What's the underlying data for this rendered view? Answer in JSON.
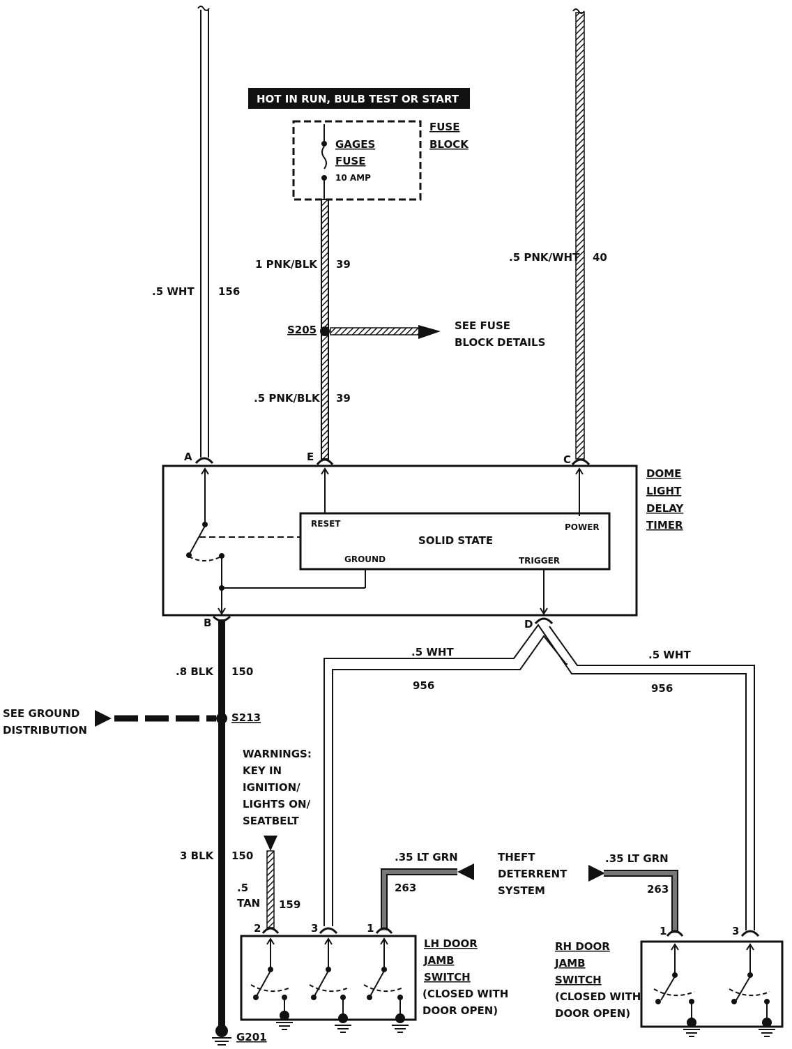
{
  "banner": "HOT IN RUN, BULB TEST OR START",
  "fuse_block": {
    "label_line1": "FUSE",
    "label_line2": "BLOCK",
    "fuse_name1": "GAGES",
    "fuse_name2": "FUSE",
    "fuse_rating": "10 AMP"
  },
  "wires": {
    "a": {
      "gauge_color": ".5 WHT",
      "circuit": "156"
    },
    "e_upper": {
      "gauge_color": "1 PNK/BLK",
      "circuit": "39"
    },
    "e_lower": {
      "gauge_color": ".5 PNK/BLK",
      "circuit": "39"
    },
    "c": {
      "gauge_color": ".5 PNK/WHT",
      "circuit": "40"
    },
    "b_upper": {
      "gauge_color": ".8 BLK",
      "circuit": "150"
    },
    "b_lower": {
      "gauge_color": "3 BLK",
      "circuit": "150"
    },
    "d_left": {
      "gauge_color": ".5 WHT",
      "circuit": "956"
    },
    "d_right": {
      "gauge_color": ".5 WHT",
      "circuit": "956"
    },
    "tan": {
      "gauge_color_line1": ".5",
      "gauge_color_line2": "TAN",
      "circuit": "159"
    },
    "theft_left": {
      "gauge_color": ".35 LT GRN",
      "circuit": "263"
    },
    "theft_right": {
      "gauge_color": ".35 LT GRN",
      "circuit": "263"
    }
  },
  "splices": {
    "s205": "S205",
    "s213": "S213"
  },
  "see_fuse": {
    "line1": "SEE FUSE",
    "line2": "BLOCK DETAILS"
  },
  "see_ground": {
    "line1": "SEE GROUND",
    "line2": "DISTRIBUTION"
  },
  "timer": {
    "name_lines": [
      "DOME",
      "LIGHT",
      "DELAY",
      "TIMER"
    ],
    "inner_title": "SOLID STATE",
    "reset": "RESET",
    "power": "POWER",
    "ground": "GROUND",
    "trigger": "TRIGGER"
  },
  "pins": {
    "a": "A",
    "e": "E",
    "c": "C",
    "b": "B",
    "d": "D"
  },
  "warnings": [
    "WARNINGS:",
    "KEY IN",
    "IGNITION/",
    "LIGHTS ON/",
    "SEATBELT"
  ],
  "theft": [
    "THEFT",
    "DETERRENT",
    "SYSTEM"
  ],
  "lh_switch": {
    "name_lines": [
      "LH DOOR",
      "JAMB",
      "SWITCH"
    ],
    "note_lines": [
      "(CLOSED WITH",
      "DOOR OPEN)"
    ],
    "pins": [
      "2",
      "3",
      "1"
    ]
  },
  "rh_switch": {
    "name_lines": [
      "RH DOOR",
      "JAMB",
      "SWITCH"
    ],
    "note_lines": [
      "(CLOSED WITH",
      "DOOR OPEN)"
    ],
    "pins": [
      "1",
      "3"
    ]
  },
  "ground_label": "G201"
}
